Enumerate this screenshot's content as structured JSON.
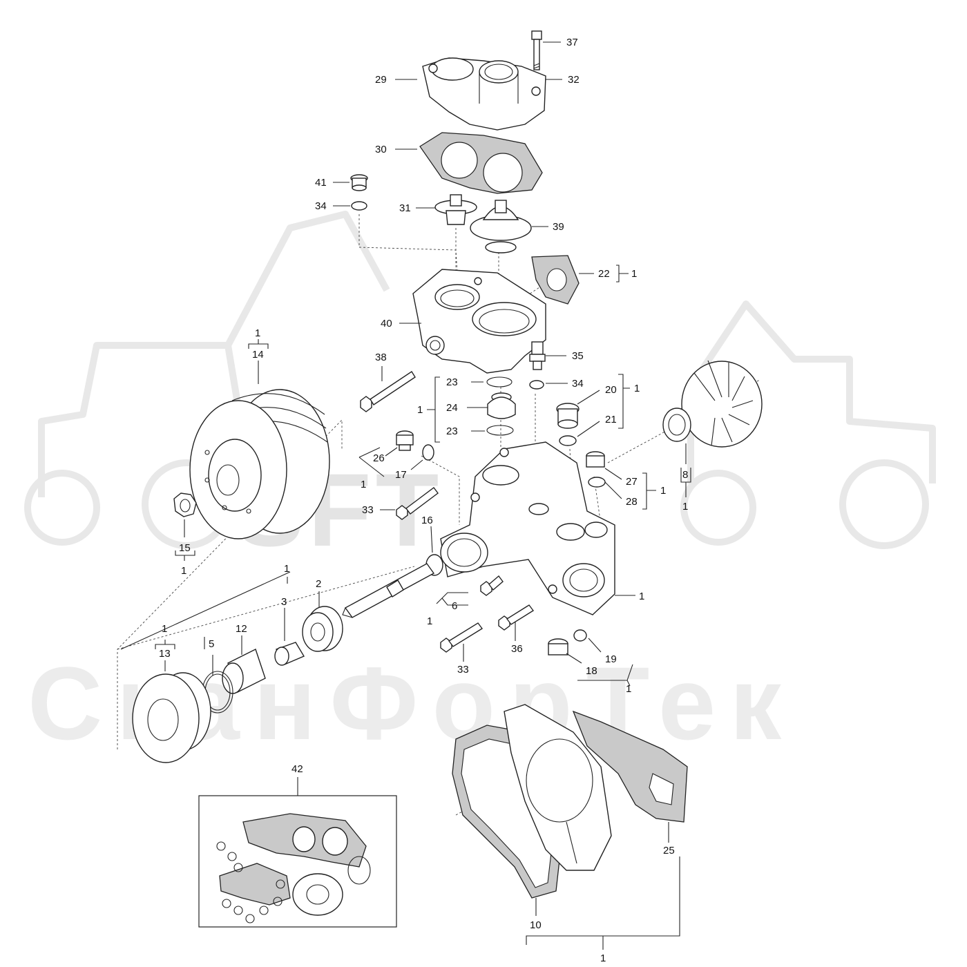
{
  "watermark": {
    "top_text": "SFT",
    "bottom_text": "СканФорТек"
  },
  "callouts": {
    "c37": "37",
    "c32": "32",
    "c29": "29",
    "c30": "30",
    "c41": "41",
    "c34a": "34",
    "c31": "31",
    "c39": "39",
    "c22": "22",
    "c22_qty": "1",
    "c40": "40",
    "c38": "38",
    "c35": "35",
    "c23a": "23",
    "c24": "24",
    "c23b": "23",
    "c2324_qty": "1",
    "c34b": "34",
    "c20": "20",
    "c21": "21",
    "c2021_qty": "1",
    "c26": "26",
    "c17": "17",
    "c2617_qty": "1",
    "c27": "27",
    "c28": "28",
    "c2728_qty": "1",
    "c8": "8",
    "c8_qty": "1",
    "c14": "14",
    "c14_qty": "1",
    "c15": "15",
    "c15_qty": "1",
    "c33a": "33",
    "c16": "16",
    "c1_shaft": "1",
    "c2": "2",
    "c3": "3",
    "c12": "12",
    "c5": "5",
    "c13": "13",
    "c13_qty": "1",
    "c6": "6",
    "c6_qty": "1",
    "c1_housing": "1",
    "c36": "36",
    "c33b": "33",
    "c19": "19",
    "c18": "18",
    "c1819_qty": "1",
    "c42": "42",
    "c25": "25",
    "c10": "10",
    "c1_bottom": "1"
  }
}
